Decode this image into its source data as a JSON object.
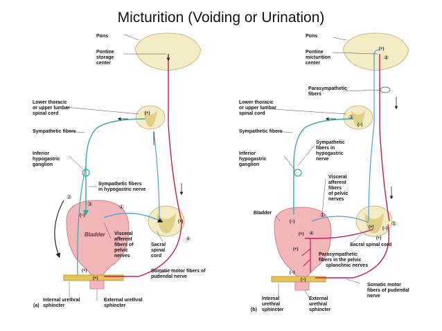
{
  "title": "Micturition (Voiding or Urination)",
  "colors": {
    "sympathetic": "#3aa7a0",
    "parasympathetic": "#c2185b",
    "afferent": "#4a9fd8",
    "bladder": "#f3b6b9",
    "cord": "#f4ecc4",
    "grey_matter": "#e0cf86",
    "sphincter": "#e7c15a"
  },
  "panel_a": {
    "panel_label": "(a)",
    "pons": "Pons",
    "pontine_center": [
      "Pontine",
      "storage",
      "center"
    ],
    "lower_thoracic": [
      "Lower thoracic",
      "or upper lumbar",
      "spinal cord"
    ],
    "sympathetic_fibers": "Sympathetic fibers",
    "inferior_ganglion": [
      "Inferior",
      "hypogastric",
      "ganglion"
    ],
    "symp_hypogastric": [
      "Sympathetic fibers",
      "in hypogastric nerve"
    ],
    "visceral_afferent": [
      "Visceral",
      "afferent",
      "fibers of",
      "pelvic",
      "nerves"
    ],
    "sacral_cord": [
      "Sacral",
      "spinal",
      "cord"
    ],
    "somatic_motor": [
      "Somatic motor fibers of",
      "pudendal nerve"
    ],
    "internal_sphincter": [
      "Internal urethral",
      "sphincter"
    ],
    "external_sphincter": [
      "External urethral",
      "sphincter"
    ],
    "bladder": "Bladder",
    "step1": "①",
    "step2": "②",
    "step3": "③",
    "step4": "④",
    "plus": "(+)",
    "minus": "(−)"
  },
  "panel_b": {
    "panel_label": "(b)",
    "pons": "Pons",
    "pontine_center": [
      "Pontine",
      "micturition",
      "center"
    ],
    "parasympathetic_fibers": [
      "Parasympathetic",
      "fibers"
    ],
    "lower_thoracic": [
      "Lower thoracic",
      "or upper lumbar",
      "spinal cord"
    ],
    "sympathetic_fibers": "Sympathetic fibers",
    "symp_hypogastric": [
      "Sympathetic",
      "fibers in",
      "hypogastric",
      "nerve"
    ],
    "inferior_ganglion": [
      "Inferior",
      "hypogastric",
      "ganglion"
    ],
    "visceral_afferent": [
      "Visceral",
      "afferent",
      "fibers",
      "of pelvic",
      "nerves"
    ],
    "bladder": "Bladder",
    "sacral_cord": "Sacral spinal cord",
    "para_pelvic": [
      "Parasympathetic",
      "fibers in the pelvic",
      "splanchnic nerves"
    ],
    "internal_sphincter": [
      "Internal",
      "urethral",
      "sphincter"
    ],
    "external_sphincter": [
      "External",
      "urethral",
      "sphincter"
    ],
    "somatic_motor": [
      "Somatic motor",
      "fibers of pudendal",
      "nerve"
    ],
    "step1": "①",
    "step2": "②",
    "step3": "③",
    "step4": "④",
    "step5": "⑤",
    "plus": "(+)",
    "minus": "(−)"
  }
}
